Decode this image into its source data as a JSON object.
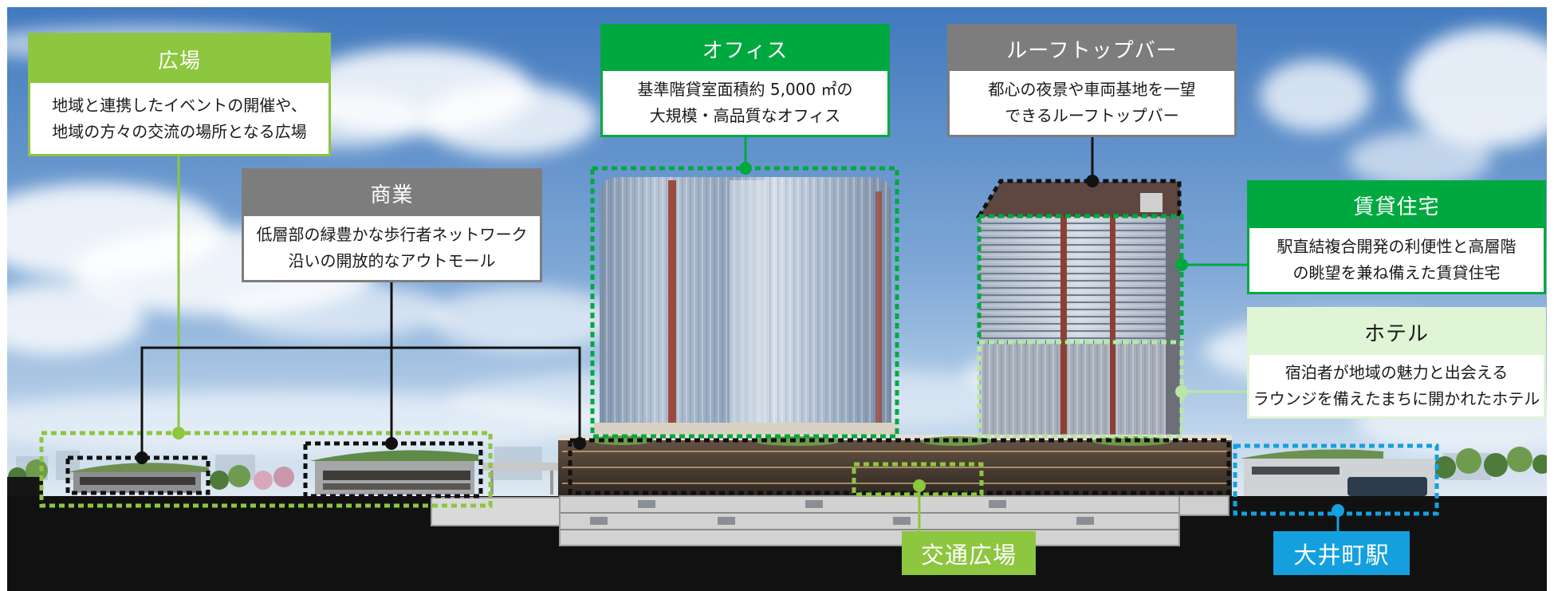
{
  "callouts": {
    "plaza": {
      "title": "広場",
      "lines": [
        "地域と連携したイベントの開催や、",
        "地域の方々の交流の場所となる広場"
      ]
    },
    "retail": {
      "title": "商業",
      "lines": [
        "低層部の緑豊かな歩行者ネットワーク",
        "沿いの開放的なアウトモール"
      ]
    },
    "office": {
      "title": "オフィス",
      "lines": [
        "基準階貸室面積約 5,000 ㎡の",
        "大規模・高品質なオフィス"
      ]
    },
    "rooftop_bar": {
      "title": "ルーフトップバー",
      "lines": [
        "都心の夜景や車両基地を一望",
        "できるルーフトップバー"
      ]
    },
    "rental_housing": {
      "title": "賃貸住宅",
      "lines": [
        "駅直結複合開発の利便性と高層階",
        "の眺望を兼ね備えた賃貸住宅"
      ]
    },
    "hotel": {
      "title": "ホテル",
      "lines": [
        "宿泊者が地域の魅力と出会える",
        "ラウンジを備えたまちに開かれたホテル"
      ]
    }
  },
  "tags": {
    "transit_plaza": "交通広場",
    "station": "大井町駅"
  },
  "colors": {
    "light_green": "#8dc63f",
    "green": "#00a93f",
    "gray": "#7d7d7d",
    "pale_green": "#e0f4d6",
    "pale_green_line": "#b9e6a4",
    "blue": "#14a0de",
    "black": "#111111"
  }
}
